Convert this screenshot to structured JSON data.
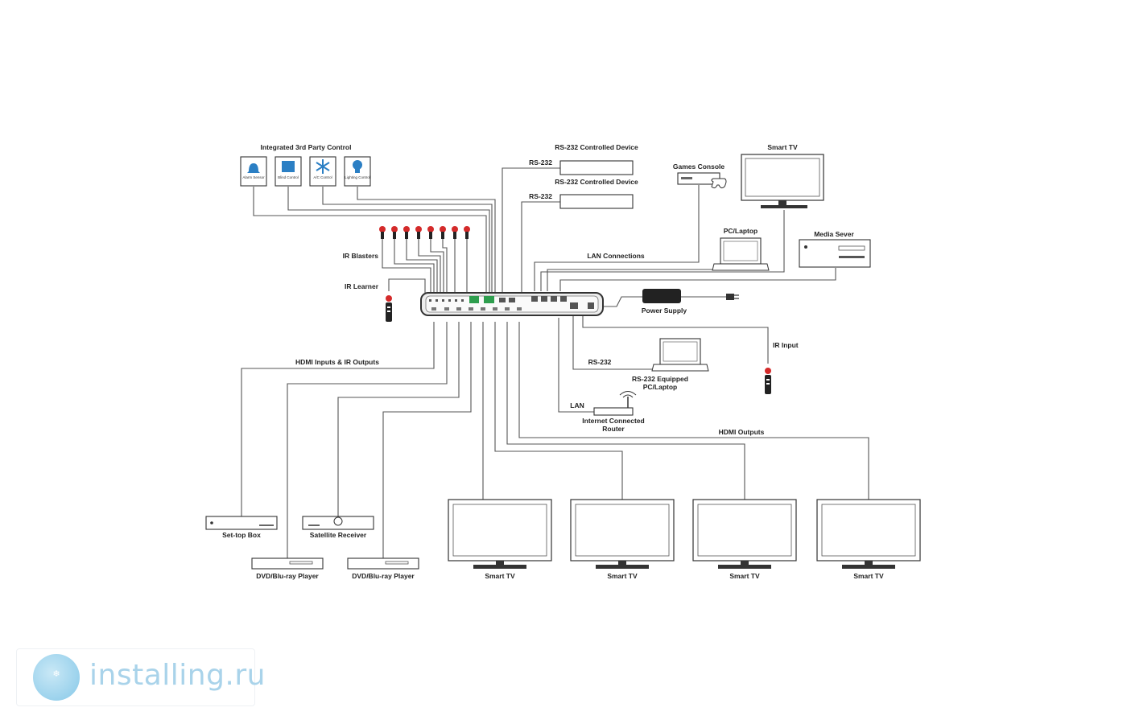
{
  "labels": {
    "third_party": "Integrated 3rd Party Control",
    "alarm": "Alarm Sensor",
    "blind": "Blind Control",
    "ac": "A/C Control",
    "lighting": "Lighting Control",
    "ir_blasters": "IR Blasters",
    "ir_learner": "IR Learner",
    "rs232_dev1": "RS-232 Controlled Device",
    "rs232_dev2": "RS-232 Controlled Device",
    "rs232_a": "RS-232",
    "rs232_b": "RS-232",
    "rs232_c": "RS-232",
    "games": "Games Console",
    "smart_tv_top": "Smart TV",
    "pc_laptop": "PC/Laptop",
    "media_server": "Media Sever",
    "lan_conn": "LAN Connections",
    "power": "Power Supply",
    "hdmi_in_ir_out": "HDMI Inputs & IR Outputs",
    "ir_input": "IR Input",
    "rs232_pc_1": "RS-232 Equipped",
    "rs232_pc_2": "PC/Laptop",
    "lan": "LAN",
    "router_1": "Internet Connected",
    "router_2": "Router",
    "hdmi_out": "HDMI Outputs",
    "stb": "Set-top Box",
    "sat": "Satellite Receiver",
    "dvd1": "DVD/Blu-ray Player",
    "dvd2": "DVD/Blu-ray Player",
    "tv1": "Smart TV",
    "tv2": "Smart TV",
    "tv3": "Smart TV",
    "tv4": "Smart TV"
  },
  "watermark": {
    "text": "installing.ru",
    "logo_icon": "snowflake-logo-icon"
  },
  "colors": {
    "ir_red": "#d42a2a",
    "board_green": "#2e9e4e",
    "line": "#555555"
  }
}
